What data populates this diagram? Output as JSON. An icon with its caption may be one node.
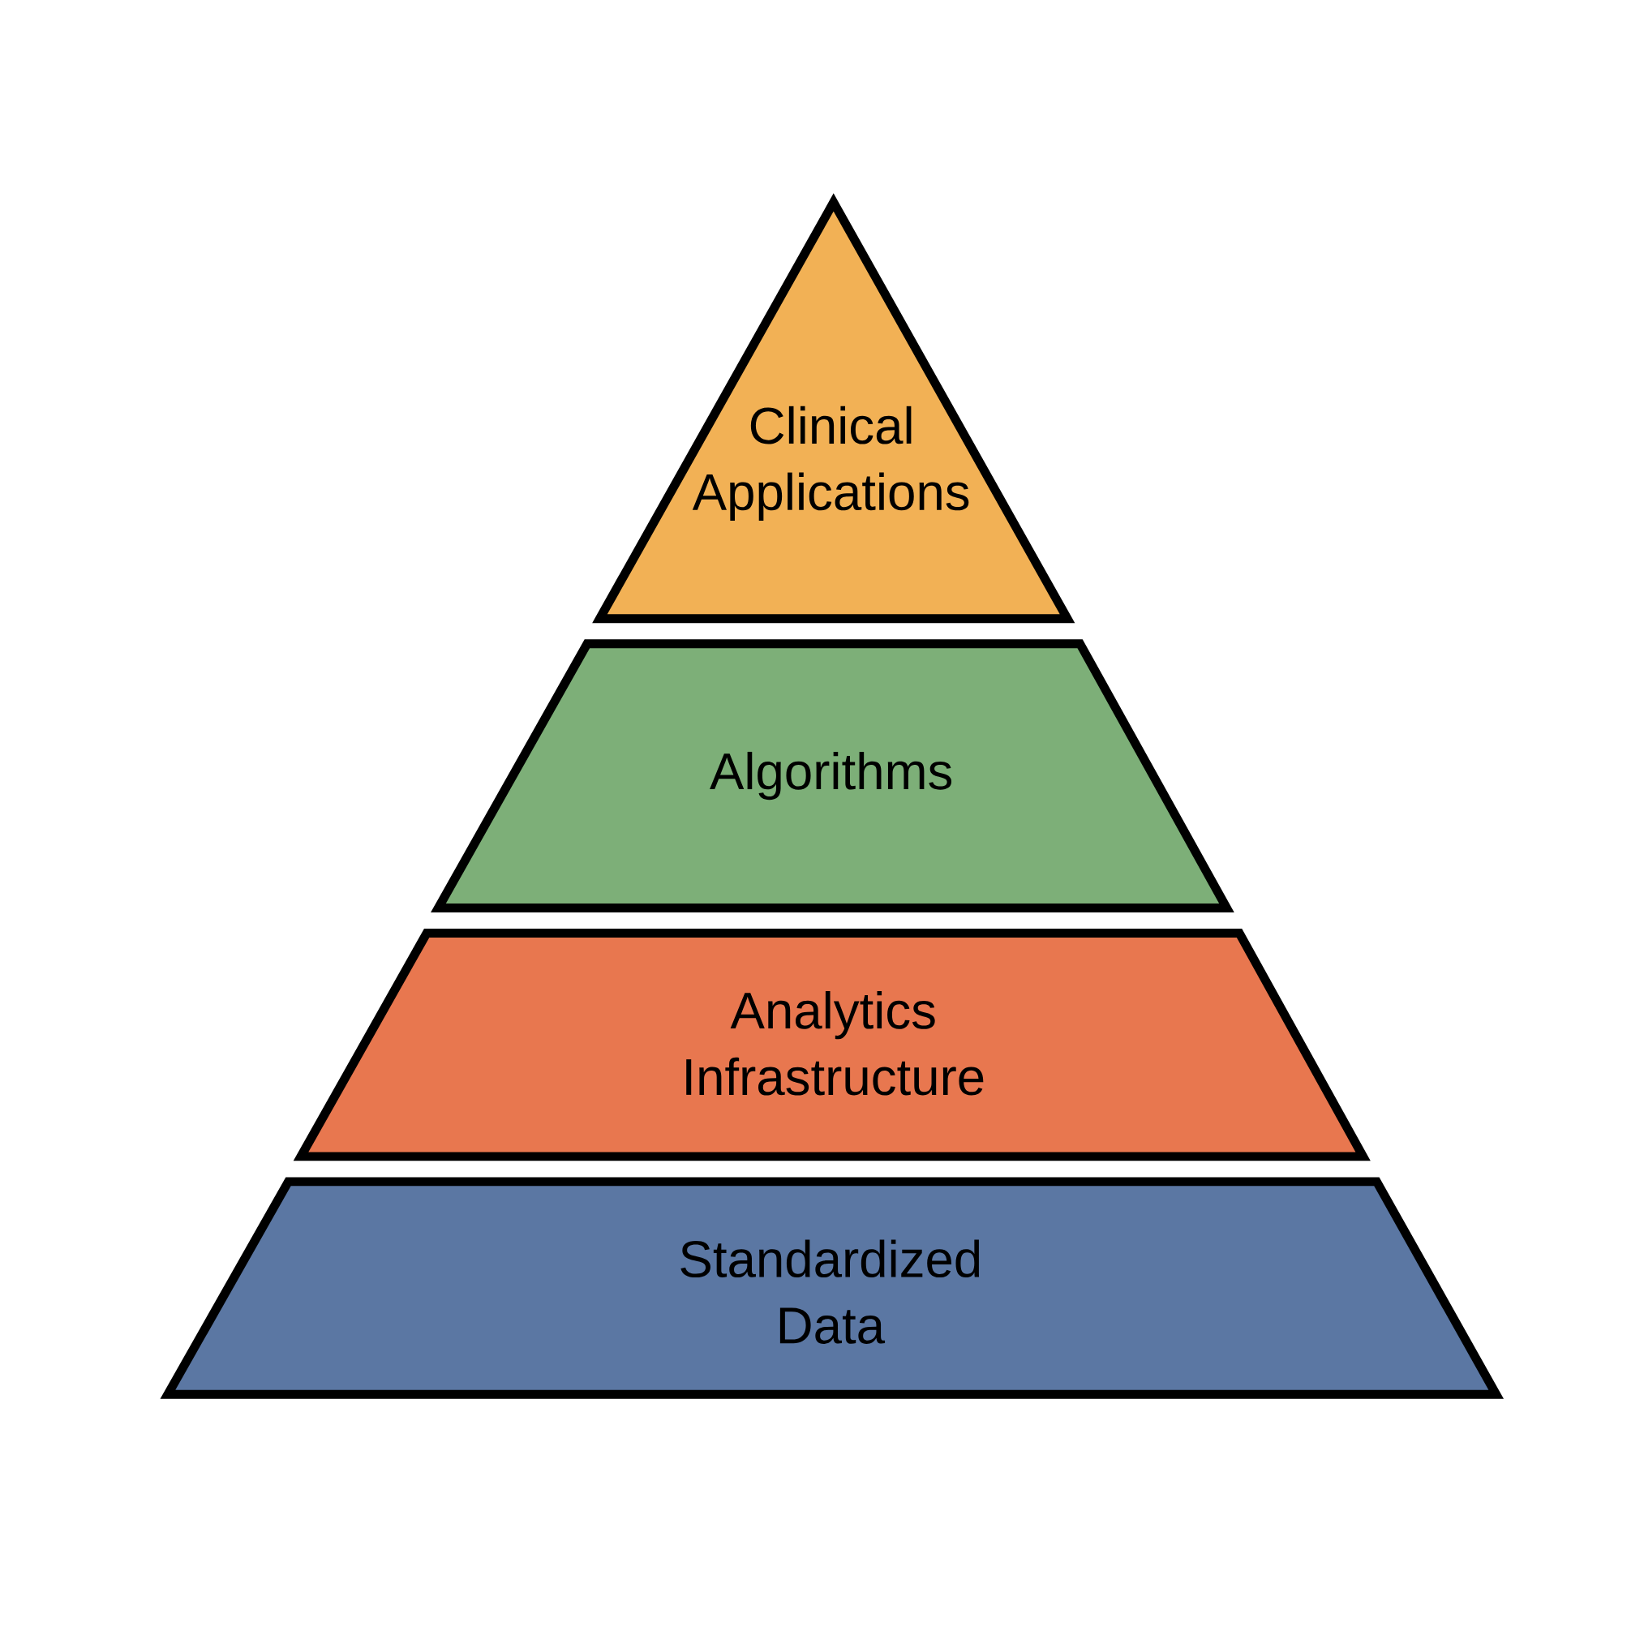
{
  "diagram": {
    "nodes": [
      {
        "text": [
          "Clinical Applications"
        ]
      },
      {
        "text": [
          "Algorithms"
        ]
      },
      {
        "text": [
          "Analytics Infrastructure"
        ]
      },
      {
        "text": [
          "Standardized Data"
        ]
      }
    ]
  }
}
